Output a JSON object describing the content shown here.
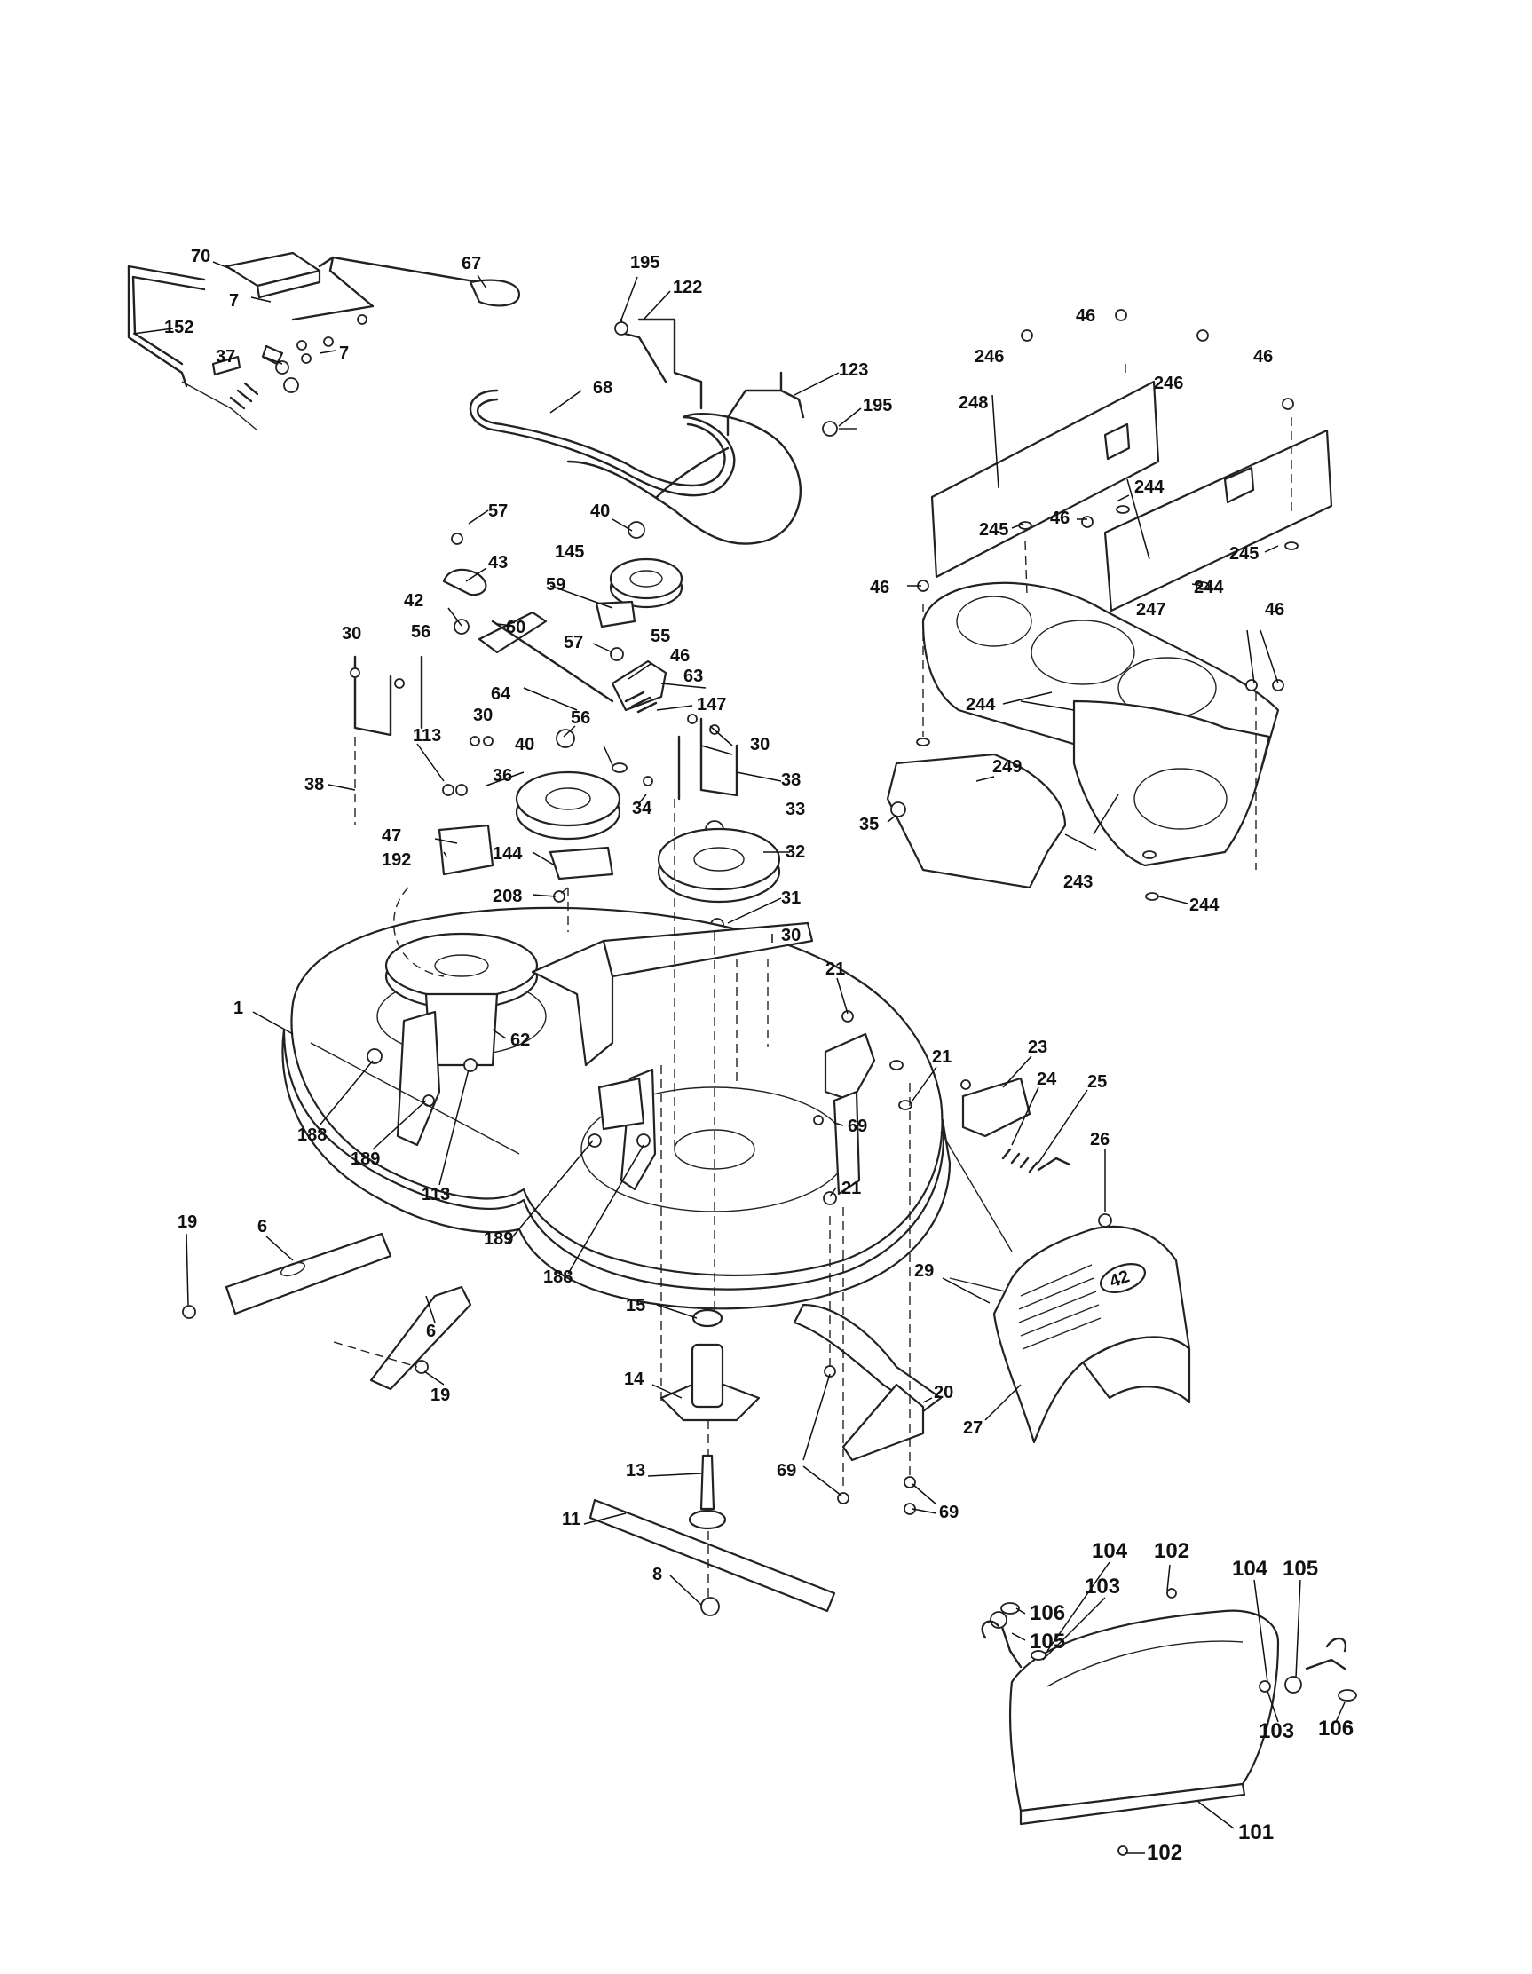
{
  "callouts": [
    {
      "id": "c70",
      "text": "70"
    },
    {
      "id": "c67",
      "text": "67"
    },
    {
      "id": "c7a",
      "text": "7"
    },
    {
      "id": "c7b",
      "text": "7"
    },
    {
      "id": "c152",
      "text": "152"
    },
    {
      "id": "c37",
      "text": "37"
    },
    {
      "id": "c195a",
      "text": "195"
    },
    {
      "id": "c122",
      "text": "122"
    },
    {
      "id": "c68",
      "text": "68"
    },
    {
      "id": "c123",
      "text": "123"
    },
    {
      "id": "c195b",
      "text": "195"
    },
    {
      "id": "c246a",
      "text": "246"
    },
    {
      "id": "c46a",
      "text": "46"
    },
    {
      "id": "c246b",
      "text": "246"
    },
    {
      "id": "c46b",
      "text": "46"
    },
    {
      "id": "c248",
      "text": "248"
    },
    {
      "id": "c244a",
      "text": "244"
    },
    {
      "id": "c245a",
      "text": "245"
    },
    {
      "id": "c46c",
      "text": "46"
    },
    {
      "id": "c245b",
      "text": "245"
    },
    {
      "id": "c244b",
      "text": "244"
    },
    {
      "id": "c46d",
      "text": "46"
    },
    {
      "id": "c247",
      "text": "247"
    },
    {
      "id": "c46e",
      "text": "46"
    },
    {
      "id": "c244c",
      "text": "244"
    },
    {
      "id": "c249",
      "text": "249"
    },
    {
      "id": "c35",
      "text": "35"
    },
    {
      "id": "c243",
      "text": "243"
    },
    {
      "id": "c244d",
      "text": "244"
    },
    {
      "id": "c57a",
      "text": "57"
    },
    {
      "id": "c43",
      "text": "43"
    },
    {
      "id": "c40a",
      "text": "40"
    },
    {
      "id": "c145",
      "text": "145"
    },
    {
      "id": "c42",
      "text": "42"
    },
    {
      "id": "c59",
      "text": "59"
    },
    {
      "id": "c56a",
      "text": "56"
    },
    {
      "id": "c60",
      "text": "60"
    },
    {
      "id": "c30a",
      "text": "30"
    },
    {
      "id": "c57b",
      "text": "57"
    },
    {
      "id": "c55",
      "text": "55"
    },
    {
      "id": "c46f",
      "text": "46"
    },
    {
      "id": "c64",
      "text": "64"
    },
    {
      "id": "c63",
      "text": "63"
    },
    {
      "id": "c147",
      "text": "147"
    },
    {
      "id": "c30b",
      "text": "30"
    },
    {
      "id": "c56b",
      "text": "56"
    },
    {
      "id": "c40b",
      "text": "40"
    },
    {
      "id": "c30c",
      "text": "30"
    },
    {
      "id": "c38a",
      "text": "38"
    },
    {
      "id": "c113a",
      "text": "113"
    },
    {
      "id": "c38b",
      "text": "38"
    },
    {
      "id": "c36",
      "text": "36"
    },
    {
      "id": "c34",
      "text": "34"
    },
    {
      "id": "c33",
      "text": "33"
    },
    {
      "id": "c47",
      "text": "47"
    },
    {
      "id": "c192",
      "text": "192"
    },
    {
      "id": "c144",
      "text": "144"
    },
    {
      "id": "c32",
      "text": "32"
    },
    {
      "id": "c208",
      "text": "208"
    },
    {
      "id": "c31",
      "text": "31"
    },
    {
      "id": "c30d",
      "text": "30"
    },
    {
      "id": "c1",
      "text": "1"
    },
    {
      "id": "c21a",
      "text": "21"
    },
    {
      "id": "c62",
      "text": "62"
    },
    {
      "id": "c23",
      "text": "23"
    },
    {
      "id": "c21b",
      "text": "21"
    },
    {
      "id": "c24",
      "text": "24"
    },
    {
      "id": "c25",
      "text": "25"
    },
    {
      "id": "c69a",
      "text": "69"
    },
    {
      "id": "c188a",
      "text": "188"
    },
    {
      "id": "c189a",
      "text": "189"
    },
    {
      "id": "c113b",
      "text": "113"
    },
    {
      "id": "c26",
      "text": "26"
    },
    {
      "id": "c21c",
      "text": "21"
    },
    {
      "id": "c19a",
      "text": "19"
    },
    {
      "id": "c6a",
      "text": "6"
    },
    {
      "id": "c189b",
      "text": "189"
    },
    {
      "id": "c29",
      "text": "29"
    },
    {
      "id": "c188b",
      "text": "188"
    },
    {
      "id": "c6b",
      "text": "6"
    },
    {
      "id": "c15",
      "text": "15"
    },
    {
      "id": "c19b",
      "text": "19"
    },
    {
      "id": "c14",
      "text": "14"
    },
    {
      "id": "c20",
      "text": "20"
    },
    {
      "id": "c27",
      "text": "27"
    },
    {
      "id": "c13",
      "text": "13"
    },
    {
      "id": "c69b",
      "text": "69"
    },
    {
      "id": "c69c",
      "text": "69"
    },
    {
      "id": "c11",
      "text": "11"
    },
    {
      "id": "c8",
      "text": "8"
    },
    {
      "id": "c106a",
      "text": "106"
    },
    {
      "id": "c105a",
      "text": "105"
    },
    {
      "id": "c104a",
      "text": "104"
    },
    {
      "id": "c102a",
      "text": "102"
    },
    {
      "id": "c103a",
      "text": "103"
    },
    {
      "id": "c104b",
      "text": "104"
    },
    {
      "id": "c105b",
      "text": "105"
    },
    {
      "id": "c106b",
      "text": "106"
    },
    {
      "id": "c103b",
      "text": "103"
    },
    {
      "id": "c102b",
      "text": "102"
    },
    {
      "id": "c101",
      "text": "101"
    }
  ],
  "badge": {
    "text": "42"
  }
}
